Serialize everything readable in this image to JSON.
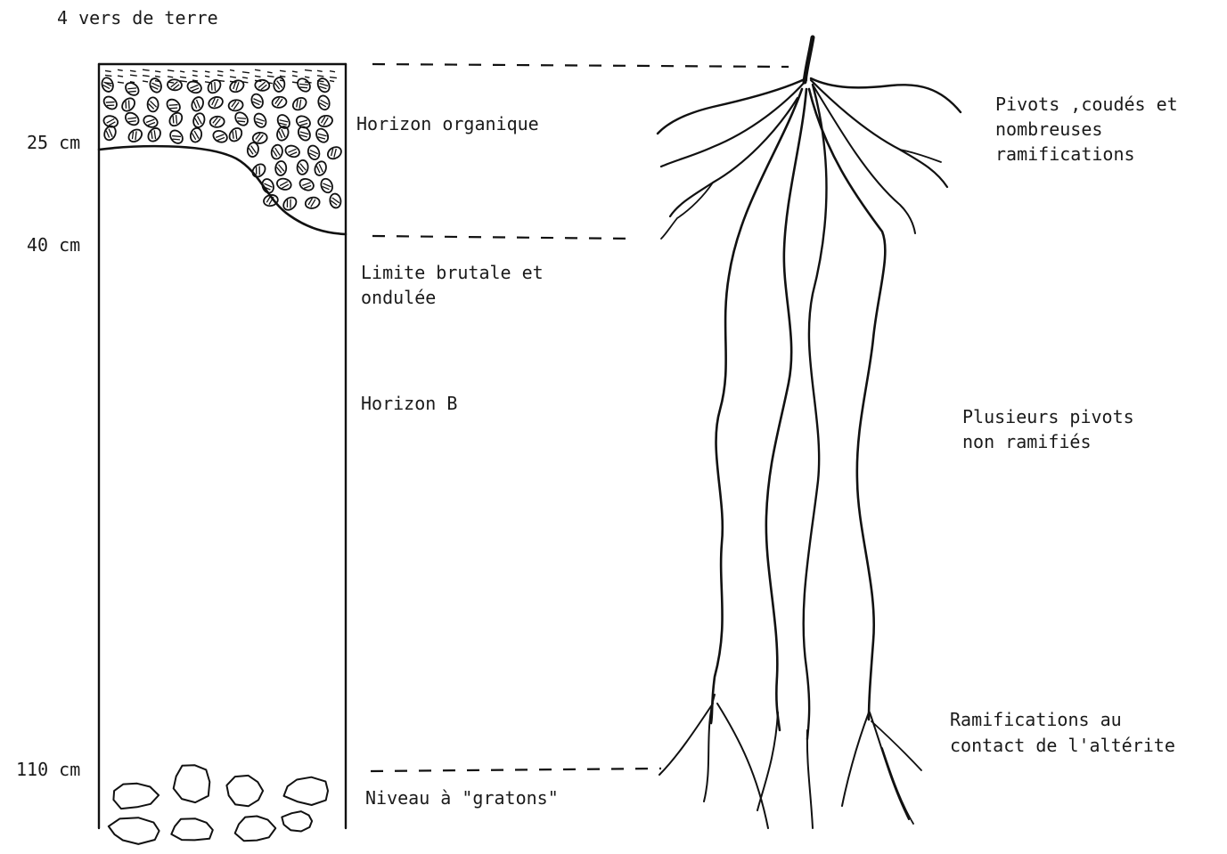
{
  "caption_top": "4 vers de terre",
  "depths": [
    "25 cm",
    "40 cm",
    "110 cm"
  ],
  "horizons": {
    "organic": "Horizon organique",
    "boundary": [
      "Limite brutale et",
      "ondulée"
    ],
    "b": "Horizon B",
    "gravel": "Niveau à \"gratons\""
  },
  "roots": {
    "top": [
      "Pivots ,coudés et",
      "nombreuses",
      "ramifications"
    ],
    "middle": [
      "Plusieurs pivots",
      "non ramifiés"
    ],
    "bottom": [
      "Ramifications au",
      "contact de l'altérite"
    ]
  },
  "colors": {
    "ink": "#111111",
    "paper": "#ffffff"
  }
}
